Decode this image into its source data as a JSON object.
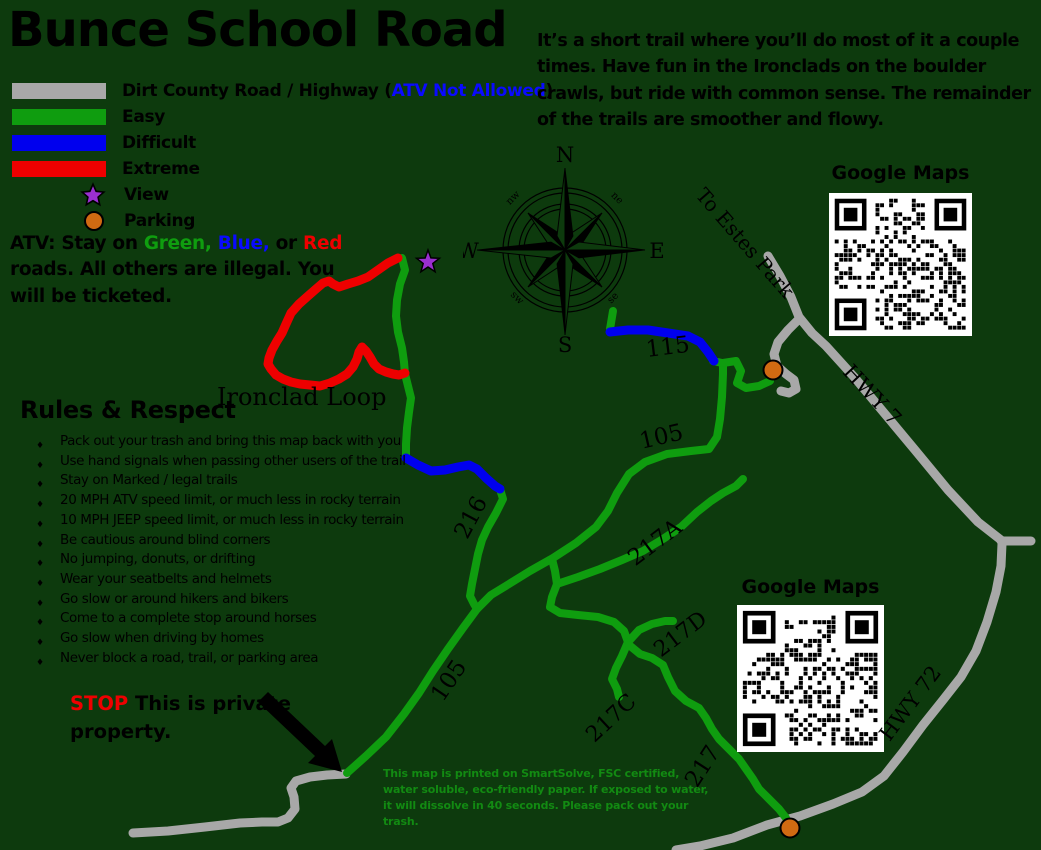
{
  "title": "Bunce School Road",
  "colors": {
    "bg": "#0d3a0d",
    "road": "#a8a8a8",
    "easy": "#0f9d0f",
    "difficult": "#0000ee",
    "extreme": "#ee0000",
    "view": "#9a2fd0",
    "parking": "#d06a12",
    "atvblue": "#0a0aff",
    "ecogreen": "#128a12",
    "ink": "#000000"
  },
  "legend": {
    "road_pre": "Dirt County Road / Highway (",
    "road_blue": "ATV Not Allowed",
    "road_post": ")",
    "easy": "Easy",
    "difficult": "Difficult",
    "extreme": "Extreme",
    "view": "View",
    "parking": "Parking"
  },
  "atv_note": {
    "pre": "ATV: Stay on",
    "green": " Green,",
    "blue": " Blue,",
    "or": " or",
    "red": " Red",
    "rest": " roads. All others are illegal. You will be ticketed."
  },
  "intro": "It’s a short trail where you’ll do most of it a couple times. Have fun in the Ironclads on the boulder crawls, but ride with common sense. The remainder of the trails are smoother and flowy.",
  "rules": {
    "heading": "Rules & Respect",
    "items": [
      "Pack out your trash and bring this map back with you",
      "Use hand signals when passing other users of the trail",
      "Stay on Marked / legal trails",
      "20 MPH ATV speed limit, or much less in rocky terrain",
      "10 MPH JEEP speed limit, or much less in rocky terrain",
      "Be cautious around blind corners",
      "No jumping, donuts, or drifting",
      "Wear your seatbelts and helmets",
      "Go slow or around hikers and bikers",
      "Come to a complete stop around horses",
      "Go slow when driving by homes",
      "Never block a road, trail, or parking area"
    ]
  },
  "stop_note": {
    "stop": "STOP",
    "rest": " This is private property."
  },
  "eco_note": "This map is printed on SmartSolve, FSC certified, water soluble, eco-friendly paper. If exposed to water, it will dissolve in 40 seconds. Please pack out your trash.",
  "qr": {
    "label": "Google Maps"
  },
  "compass": {
    "n": "N",
    "e": "E",
    "s": "S",
    "w": "W",
    "ne": "ne",
    "se": "se",
    "sw": "sw",
    "nw": "nw"
  },
  "map_labels": {
    "ironclad": "Ironclad Loop",
    "t115": "115",
    "t105a": "105",
    "t105b": "105",
    "t216": "216",
    "t217a": "217A",
    "t217d": "217D",
    "t217c": "217C",
    "t217": "217",
    "hwy7": "HWY 7",
    "hwy72": "HWY 72",
    "estes": "To Estes Park"
  }
}
